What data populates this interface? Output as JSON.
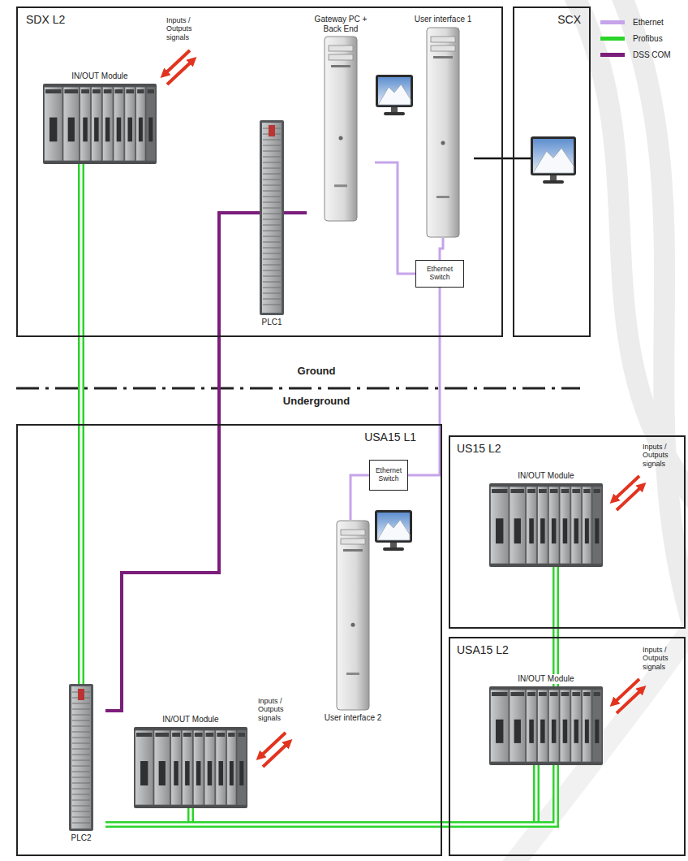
{
  "diagram": {
    "nodes": [
      {
        "text": [
          "SDX L2"
        ]
      },
      {
        "text": [
          "IN/OUT Module"
        ],
        "in": 0
      },
      {
        "text": [
          "PLC1"
        ],
        "in": 0
      },
      {
        "text": [
          "Gateway PC + Back End"
        ],
        "in": 0
      },
      {
        "text": [
          "User interface 1"
        ],
        "in": 0
      },
      {
        "text": [
          "Ethernet Switch"
        ],
        "in": 0
      },
      {
        "text": [
          "SCX"
        ]
      },
      {
        "text": [
          "USA15 L1"
        ]
      },
      {
        "text": [
          "Ethernet Switch"
        ],
        "in": 7
      },
      {
        "text": [
          "User interface 2"
        ],
        "in": 7
      },
      {
        "text": [
          "PLC2"
        ],
        "in": 7
      },
      {
        "text": [
          "IN/OUT Module"
        ],
        "in": 7
      },
      {
        "text": [
          "US15 L2"
        ]
      },
      {
        "text": [
          "IN/OUT Module"
        ],
        "in": 12
      },
      {
        "text": [
          "USA15 L2"
        ]
      },
      {
        "text": [
          "IN/OUT Module"
        ],
        "in": 14
      }
    ],
    "edges": [
      {
        "from": 3,
        "to": 5,
        "arrow": "none"
      },
      {
        "from": 4,
        "to": 5,
        "arrow": "none"
      },
      {
        "from": 5,
        "to": 8,
        "arrow": "none"
      },
      {
        "from": 8,
        "to": 9,
        "arrow": "none"
      },
      {
        "from": 3,
        "to": 10,
        "arrow": "none"
      },
      {
        "from": 10,
        "to": 1,
        "arrow": "none"
      },
      {
        "from": 10,
        "to": 11,
        "arrow": "none"
      },
      {
        "from": 10,
        "to": 15,
        "arrow": "none"
      },
      {
        "from": 10,
        "to": 13,
        "arrow": "none"
      },
      {
        "from": 4,
        "to": 6,
        "arrow": "none"
      }
    ],
    "labels": [
      "Inputs / Outputs signals",
      "Inputs / Outputs signals",
      "Inputs / Outputs signals",
      "Inputs / Outputs signals",
      "Ground",
      "Underground"
    ],
    "legend": [
      {
        "text": "Ethernet",
        "color": "#c6a4ea"
      },
      {
        "text": "Profibus",
        "color": "#2bd42b"
      },
      {
        "text": "DSS COM",
        "color": "#7b1d7a"
      }
    ]
  }
}
